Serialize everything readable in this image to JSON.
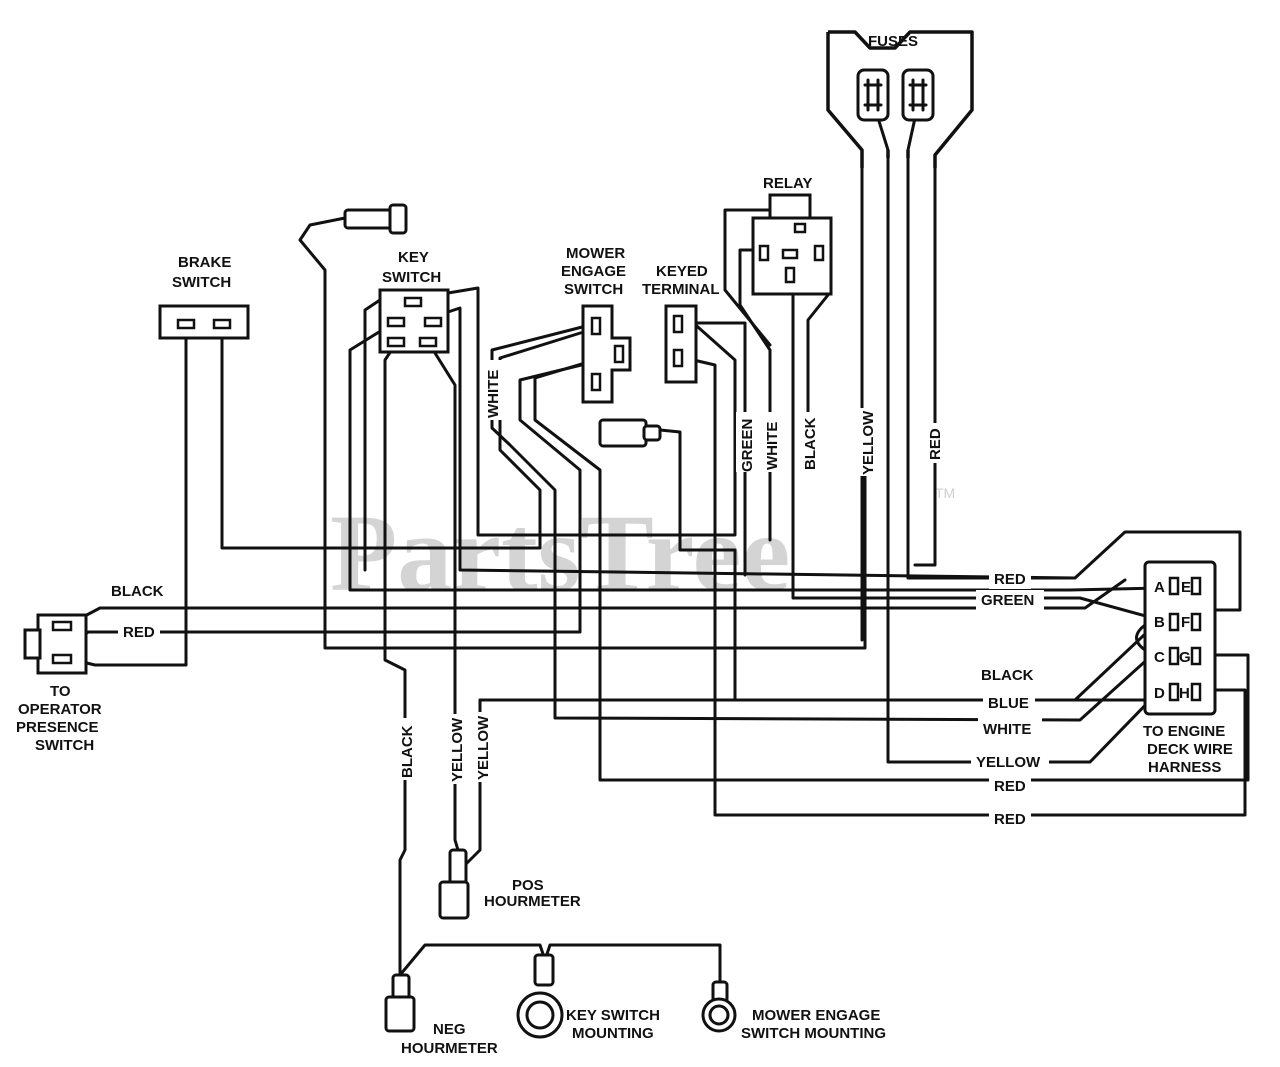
{
  "watermark": {
    "text": "PartsTree",
    "mark": "TM"
  },
  "components": {
    "fuses": "FUSES",
    "relay": "RELAY",
    "brake_switch": [
      "BRAKE",
      "SWITCH"
    ],
    "key_switch": [
      "KEY",
      "SWITCH"
    ],
    "mower_engage_switch": [
      "MOWER",
      "ENGAGE",
      "SWITCH"
    ],
    "keyed_terminal": [
      "KEYED",
      "TERMINAL"
    ],
    "operator_presence": [
      "TO",
      "OPERATOR",
      "PRESENCE",
      "SWITCH"
    ],
    "engine_harness": [
      "TO ENGINE",
      "DECK WIRE",
      "HARNESS"
    ],
    "pos_hourmeter": [
      "POS",
      "HOURMETER"
    ],
    "neg_hourmeter": [
      "NEG",
      "HOURMETER"
    ],
    "key_switch_mounting": [
      "KEY SWITCH",
      "MOUNTING"
    ],
    "mower_engage_mounting": [
      "MOWER ENGAGE",
      "SWITCH MOUNTING"
    ]
  },
  "connector_pins": {
    "left": [
      "A",
      "B",
      "C",
      "D"
    ],
    "right": [
      "E",
      "F",
      "G",
      "H"
    ]
  },
  "wire_labels": {
    "white_mower": "WHITE",
    "green_relay": "GREEN",
    "white_relay": "WHITE",
    "black_relay": "BLACK",
    "yellow_fuse": "YELLOW",
    "red_fuse": "RED",
    "black_operator": "BLACK",
    "red_operator": "RED",
    "harness_red_1": "RED",
    "harness_green": "GREEN",
    "harness_black": "BLACK",
    "harness_blue": "BLUE",
    "harness_white": "WHITE",
    "harness_yellow": "YELLOW",
    "harness_red_2": "RED",
    "harness_red_3": "RED",
    "hour_black": "BLACK",
    "hour_yellow_1": "YELLOW",
    "hour_yellow_2": "YELLOW"
  }
}
